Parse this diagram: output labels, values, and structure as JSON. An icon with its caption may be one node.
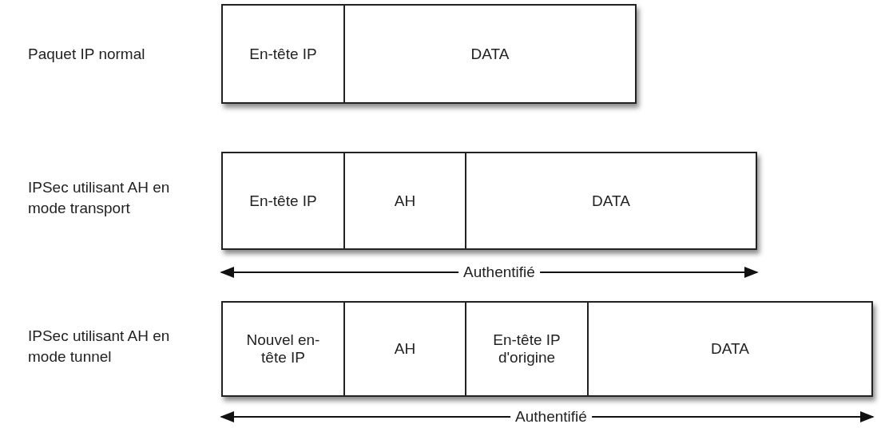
{
  "diagram": {
    "nodes": [
      {
        "text": [
          "En-tête IP"
        ]
      },
      {
        "text": [
          "DATA"
        ]
      },
      {
        "text": [
          "En-tête IP"
        ]
      },
      {
        "text": [
          "AH"
        ]
      },
      {
        "text": [
          "DATA"
        ]
      },
      {
        "text": [
          "Nouvel en-tête IP"
        ]
      },
      {
        "text": [
          "AH"
        ]
      },
      {
        "text": [
          "En-tête IP d'origine"
        ]
      },
      {
        "text": [
          "DATA"
        ]
      }
    ],
    "labels": [
      "Paquet IP normal",
      "IPSec utilisant AH en mode transport",
      "Authentifié",
      "IPSec utilisant AH en mode tunnel",
      "Authentifié"
    ]
  }
}
